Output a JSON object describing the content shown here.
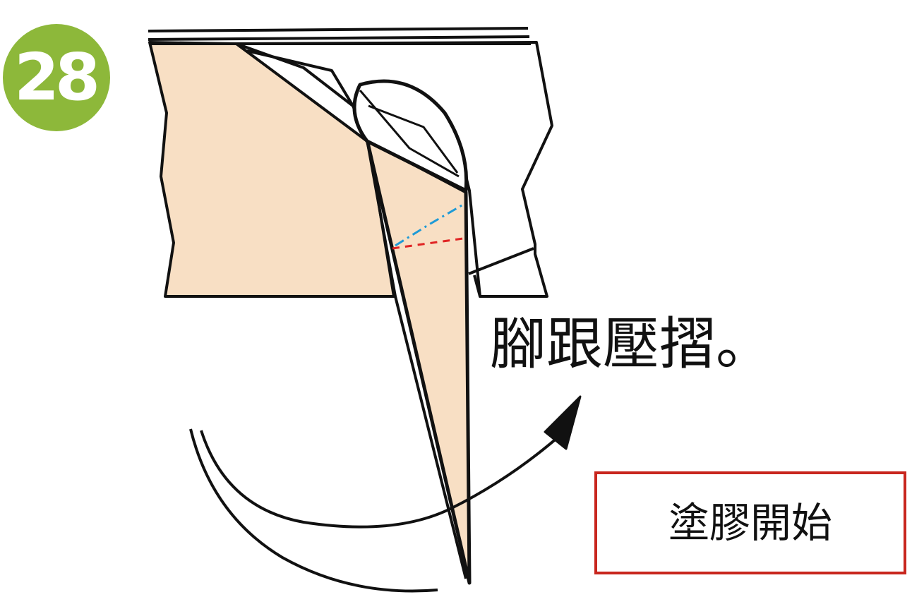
{
  "step": {
    "number": "28",
    "badge_color": "#8db83a"
  },
  "instruction": "腳跟壓摺。",
  "glue_box": {
    "label": "塗膠開始",
    "border_color": "#c8261e"
  },
  "colors": {
    "paper": "#f8dfc4",
    "outline": "#111111",
    "valley_fold": "#e02424",
    "mountain_fold": "#1e9ad6"
  },
  "icons": {
    "fold_arrow": "curved-arrow-icon"
  }
}
